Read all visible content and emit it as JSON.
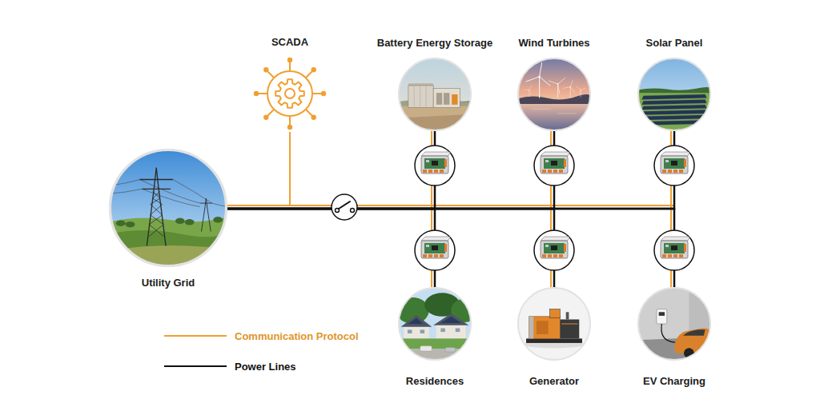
{
  "diagram": {
    "nodes": [
      {
        "text": [
          "SCADA"
        ]
      },
      {
        "text": [
          "Battery Energy Storage"
        ]
      },
      {
        "text": [
          "Wind Turbines"
        ]
      },
      {
        "text": [
          "Solar Panel"
        ]
      },
      {
        "text": [
          "Utility Grid"
        ]
      },
      {
        "text": [
          "Residences"
        ]
      },
      {
        "text": [
          "Generator"
        ]
      },
      {
        "text": [
          "EV Charging"
        ]
      }
    ],
    "edges": [
      {
        "from": 4,
        "to": 0,
        "arrow": "none"
      },
      {
        "from": 4,
        "to": 1,
        "arrow": "none"
      },
      {
        "from": 4,
        "to": 2,
        "arrow": "none"
      },
      {
        "from": 4,
        "to": 3,
        "arrow": "none"
      },
      {
        "from": 4,
        "to": 5,
        "arrow": "none"
      },
      {
        "from": 4,
        "to": 6,
        "arrow": "none"
      },
      {
        "from": 4,
        "to": 7,
        "arrow": "none"
      }
    ],
    "legend": [
      {
        "text": "Communication Protocol"
      },
      {
        "text": "Power Lines"
      }
    ]
  }
}
